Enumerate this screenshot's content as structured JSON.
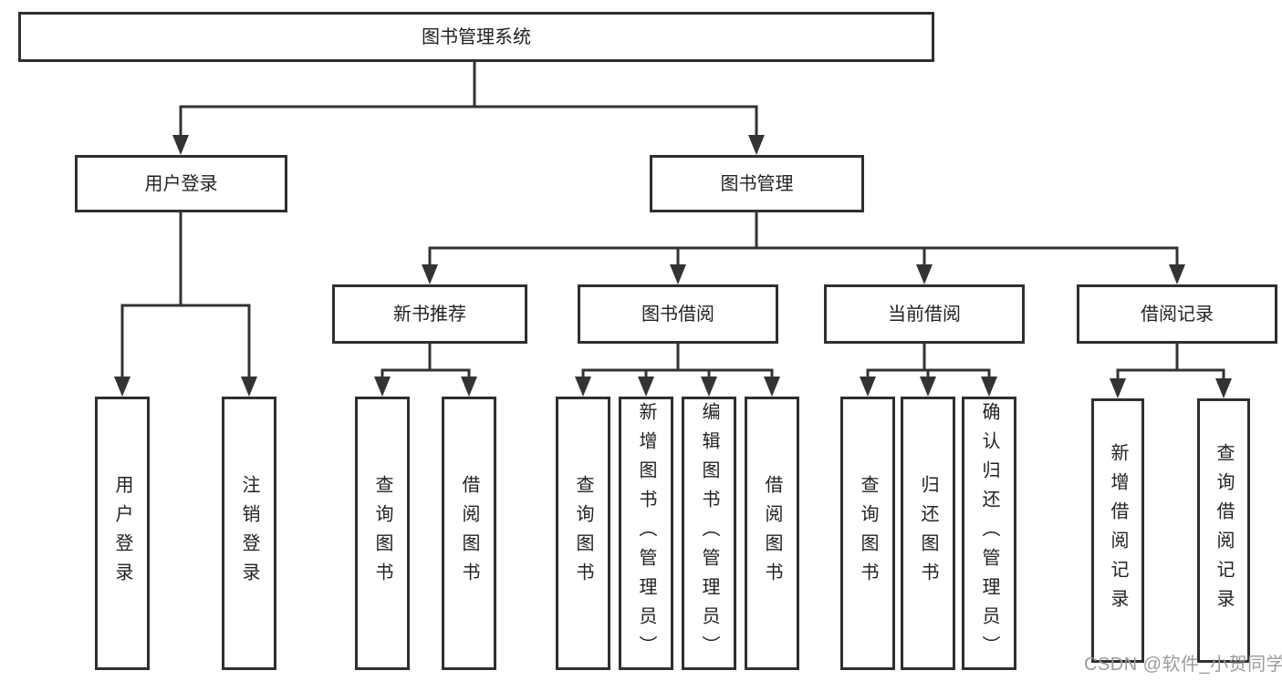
{
  "tree": {
    "root": {
      "label": "图书管理系统"
    },
    "children": [
      {
        "label": "用户登录",
        "children": [
          {
            "label": "用户登录"
          },
          {
            "label": "注销登录"
          }
        ]
      },
      {
        "label": "图书管理",
        "children": [
          {
            "label": "新书推荐",
            "children": [
              {
                "label": "查询图书"
              },
              {
                "label": "借阅图书"
              }
            ]
          },
          {
            "label": "图书借阅",
            "children": [
              {
                "label": "查询图书"
              },
              {
                "label": "新增图书（管理员）"
              },
              {
                "label": "编辑图书（管理员）"
              },
              {
                "label": "借阅图书"
              }
            ]
          },
          {
            "label": "当前借阅",
            "children": [
              {
                "label": "查询图书"
              },
              {
                "label": "归还图书"
              },
              {
                "label": "确认归还（管理员）"
              }
            ]
          },
          {
            "label": "借阅记录",
            "children": [
              {
                "label": "新增借阅记录"
              },
              {
                "label": "查询借阅记录"
              }
            ]
          }
        ]
      }
    ]
  },
  "watermark": "CSDN @软件_小贺同学",
  "colors": {
    "line": "#333333",
    "border": "#2f2f2f",
    "text": "#222222",
    "background": "#ffffff",
    "watermark": "#9c9c9c"
  }
}
